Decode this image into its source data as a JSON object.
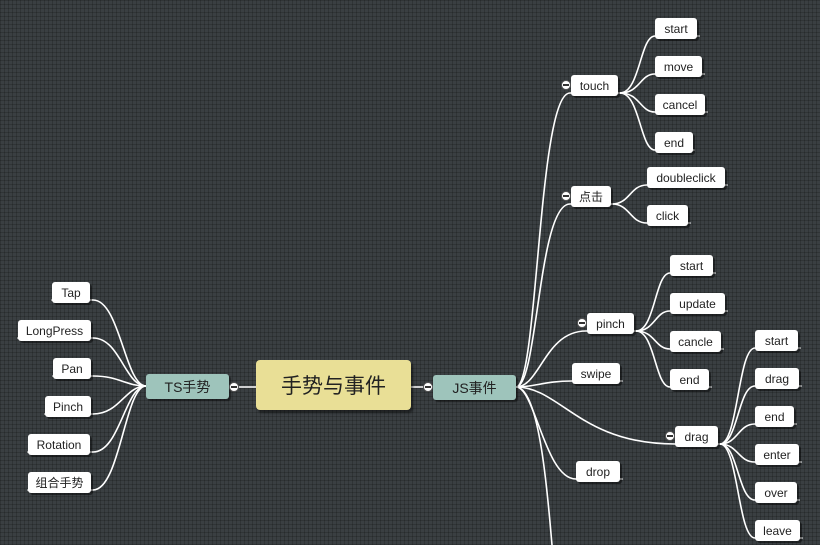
{
  "center": {
    "label": "手势与事件"
  },
  "left_branch": {
    "label": "TS手势",
    "items": [
      "Tap",
      "LongPress",
      "Pan",
      "Pinch",
      "Rotation",
      "组合手势"
    ]
  },
  "right_branch": {
    "label": "JS事件",
    "touch": {
      "label": "touch",
      "items": [
        "start",
        "move",
        "cancel",
        "end"
      ]
    },
    "click_group": {
      "label": "点击",
      "items": [
        "doubleclick",
        "click"
      ]
    },
    "pinch": {
      "label": "pinch",
      "items": [
        "start",
        "update",
        "cancle",
        "end"
      ]
    },
    "swipe": {
      "label": "swipe"
    },
    "drag": {
      "label": "drag",
      "items": [
        "start",
        "drag",
        "end",
        "enter",
        "over",
        "leave"
      ]
    },
    "drop": {
      "label": "drop"
    }
  },
  "colors": {
    "background": "#3a3f42",
    "center_fill": "#e9df96",
    "branch_fill": "#9ec4bb",
    "leaf_fill": "#ffffff",
    "line": "#ffffff"
  }
}
